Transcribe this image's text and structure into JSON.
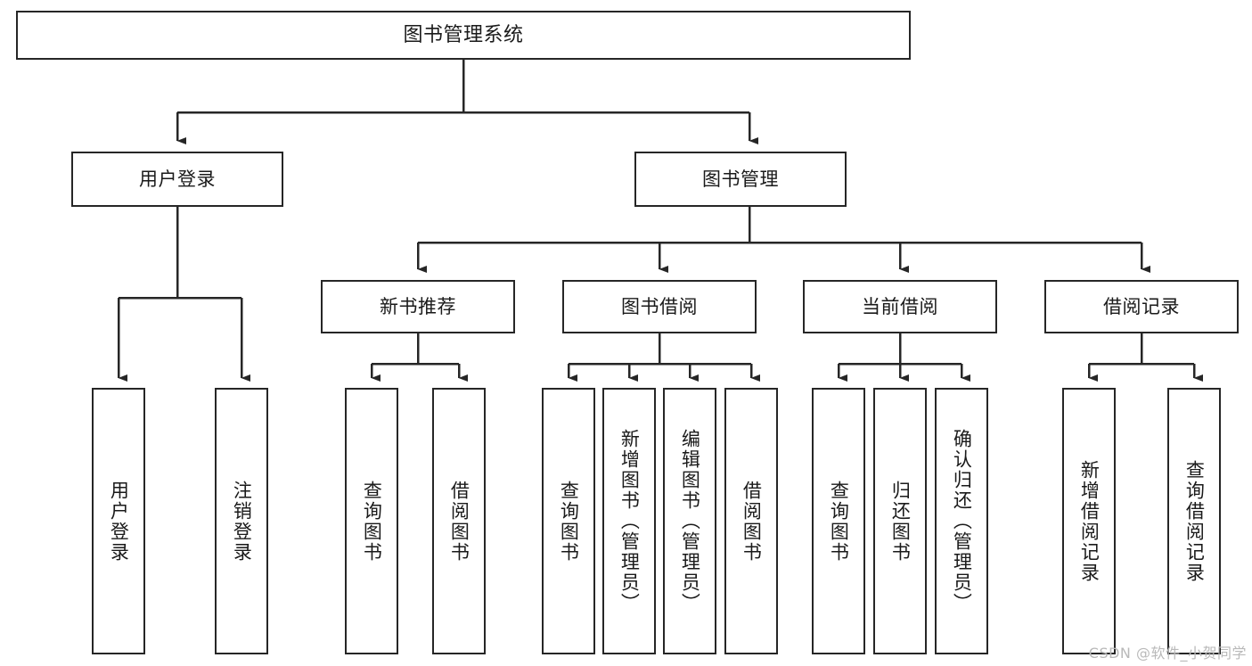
{
  "diagram": {
    "type": "tree",
    "title": "图书管理系统",
    "watermark": "CSDN @软件_小贺同学",
    "colors": {
      "stroke": "#262626",
      "box_fill": "#ffffff",
      "text": "#1a1a1a",
      "watermark": "#b9b9b9",
      "background": "#ffffff"
    },
    "nodes": {
      "root": {
        "label": "图书管理系统"
      },
      "level2": [
        {
          "label": "用户登录"
        },
        {
          "label": "图书管理"
        }
      ],
      "level3": [
        {
          "label": "新书推荐"
        },
        {
          "label": "图书借阅"
        },
        {
          "label": "当前借阅"
        },
        {
          "label": "借阅记录"
        }
      ],
      "leaves": {
        "user_login": [
          {
            "label": "用户登录"
          },
          {
            "label": "注销登录"
          }
        ],
        "new_book": [
          {
            "label": "查询图书"
          },
          {
            "label": "借阅图书"
          }
        ],
        "book_borrow": [
          {
            "label": "查询图书"
          },
          {
            "label": "新增图书（管理员）"
          },
          {
            "label": "编辑图书（管理员）"
          },
          {
            "label": "借阅图书"
          }
        ],
        "current_borrow": [
          {
            "label": "查询图书"
          },
          {
            "label": "归还图书"
          },
          {
            "label": "确认归还（管理员）"
          }
        ],
        "borrow_record": [
          {
            "label": "新增借阅记录"
          },
          {
            "label": "查询借阅记录"
          }
        ]
      }
    }
  }
}
